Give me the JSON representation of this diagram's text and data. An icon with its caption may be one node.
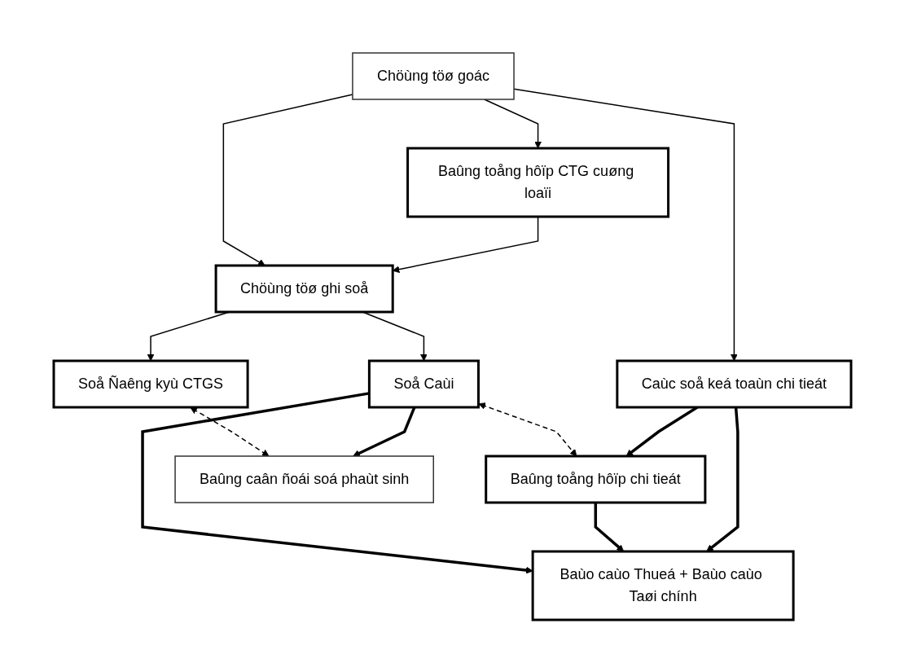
{
  "diagram": {
    "nodes": [
      {
        "text": [
          "Chöùng töø goác"
        ]
      },
      {
        "text": [
          "Baûng toång hôïp CTG cuøng loaïi"
        ]
      },
      {
        "text": [
          "Caùc soå keá toaùn chi tieát"
        ]
      },
      {
        "text": [
          "Soå Ñaêng kyù CTGS"
        ]
      },
      {
        "text": [
          "Chöùng töø ghi soå"
        ]
      },
      {
        "text": [
          "Soå Caùi"
        ]
      },
      {
        "text": [
          "Baûng toång hôïp chi tieát"
        ]
      },
      {
        "text": [
          "Baûng caân ñoái soá phaùt sinh"
        ]
      },
      {
        "text": [
          "Baùo caùo Thueá + Baùo caùo Taøi chính"
        ]
      }
    ],
    "edges": [
      {
        "from": 0,
        "to": 4,
        "arrow": "to"
      },
      {
        "from": 0,
        "to": 1,
        "arrow": "to"
      },
      {
        "from": 0,
        "to": 2,
        "arrow": "to"
      },
      {
        "from": 1,
        "to": 4,
        "arrow": "to"
      },
      {
        "from": 4,
        "to": 3,
        "arrow": "to"
      },
      {
        "from": 4,
        "to": 5,
        "arrow": "to"
      },
      {
        "from": 3,
        "to": 7,
        "arrow": "both",
        "style": "dashed"
      },
      {
        "from": 5,
        "to": 6,
        "arrow": "both",
        "style": "dashed"
      },
      {
        "from": 2,
        "to": 6,
        "arrow": "to",
        "style": "thick"
      },
      {
        "from": 5,
        "to": 7,
        "arrow": "to",
        "style": "thick"
      },
      {
        "from": 5,
        "to": 8,
        "arrow": "to",
        "style": "thick"
      },
      {
        "from": 6,
        "to": 8,
        "arrow": "to",
        "style": "thick"
      },
      {
        "from": 2,
        "to": 8,
        "arrow": "to",
        "style": "thick"
      }
    ]
  }
}
